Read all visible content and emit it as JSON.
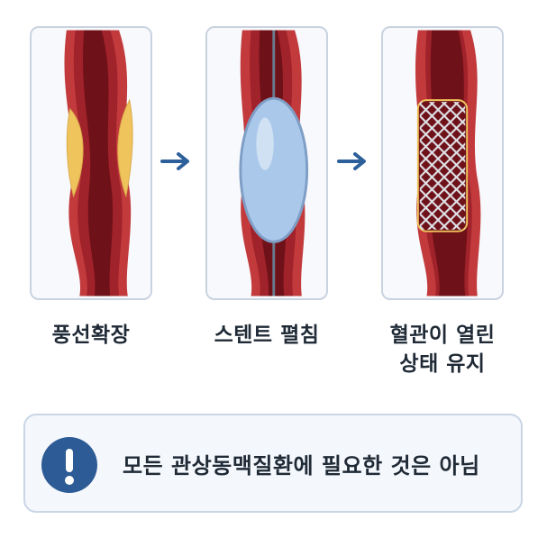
{
  "steps": [
    {
      "label_lines": [
        "풍선확장"
      ]
    },
    {
      "label_lines": [
        "스텐트 펼침"
      ]
    },
    {
      "label_lines": [
        "혈관이 열린",
        "상태 유지"
      ]
    }
  ],
  "note": {
    "text": "모든 관상동맥질환에 필요한 것은 아님",
    "icon": "exclamation-icon"
  },
  "colors": {
    "vessel_wall": "#a9232b",
    "vessel_lumen": "#6f1119",
    "plaque": "#f0c45c",
    "balloon": "#a9c8ea",
    "stent": "#dfe3e8",
    "arrow": "#2d5f9a",
    "icon_bg": "#2d5b95"
  }
}
